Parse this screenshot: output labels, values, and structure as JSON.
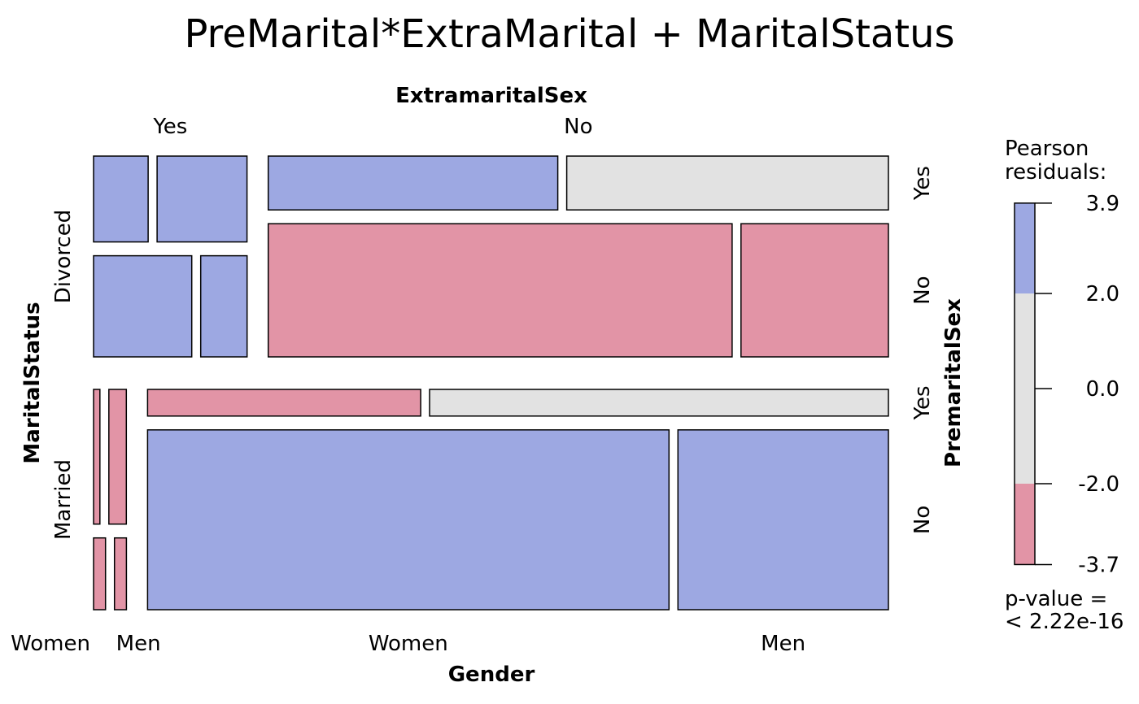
{
  "chart_data": {
    "type": "mosaic",
    "title": "PreMarital*ExtraMarital + MaritalStatus",
    "variables": {
      "MaritalStatus": {
        "label": "MaritalStatus",
        "levels": [
          "Divorced",
          "Married"
        ]
      },
      "ExtramaritalSex": {
        "label": "ExtramaritalSex",
        "levels": [
          "Yes",
          "No"
        ]
      },
      "PremaritalSex": {
        "label": "PremaritalSex",
        "levels": [
          "Yes",
          "No"
        ]
      },
      "Gender": {
        "label": "Gender",
        "levels": [
          "Women",
          "Men"
        ]
      }
    },
    "cells": [
      {
        "MaritalStatus": "Divorced",
        "ExtramaritalSex": "Yes",
        "PremaritalSex": "Yes",
        "Gender": "Women",
        "count": 17,
        "shade": "positive"
      },
      {
        "MaritalStatus": "Divorced",
        "ExtramaritalSex": "Yes",
        "PremaritalSex": "Yes",
        "Gender": "Men",
        "count": 28,
        "shade": "positive"
      },
      {
        "MaritalStatus": "Divorced",
        "ExtramaritalSex": "Yes",
        "PremaritalSex": "No",
        "Gender": "Women",
        "count": 36,
        "shade": "positive"
      },
      {
        "MaritalStatus": "Divorced",
        "ExtramaritalSex": "Yes",
        "PremaritalSex": "No",
        "Gender": "Men",
        "count": 17,
        "shade": "positive"
      },
      {
        "MaritalStatus": "Divorced",
        "ExtramaritalSex": "No",
        "PremaritalSex": "Yes",
        "Gender": "Women",
        "count": 54,
        "shade": "positive"
      },
      {
        "MaritalStatus": "Divorced",
        "ExtramaritalSex": "No",
        "PremaritalSex": "Yes",
        "Gender": "Men",
        "count": 60,
        "shade": "neutral"
      },
      {
        "MaritalStatus": "Divorced",
        "ExtramaritalSex": "No",
        "PremaritalSex": "No",
        "Gender": "Women",
        "count": 214,
        "shade": "negative"
      },
      {
        "MaritalStatus": "Divorced",
        "ExtramaritalSex": "No",
        "PremaritalSex": "No",
        "Gender": "Men",
        "count": 68,
        "shade": "negative"
      },
      {
        "MaritalStatus": "Married",
        "ExtramaritalSex": "Yes",
        "PremaritalSex": "Yes",
        "Gender": "Women",
        "count": 4,
        "shade": "negative"
      },
      {
        "MaritalStatus": "Married",
        "ExtramaritalSex": "Yes",
        "PremaritalSex": "Yes",
        "Gender": "Men",
        "count": 11,
        "shade": "negative"
      },
      {
        "MaritalStatus": "Married",
        "ExtramaritalSex": "Yes",
        "PremaritalSex": "No",
        "Gender": "Women",
        "count": 4,
        "shade": "negative"
      },
      {
        "MaritalStatus": "Married",
        "ExtramaritalSex": "Yes",
        "PremaritalSex": "No",
        "Gender": "Men",
        "count": 4,
        "shade": "negative"
      },
      {
        "MaritalStatus": "Married",
        "ExtramaritalSex": "No",
        "PremaritalSex": "Yes",
        "Gender": "Women",
        "count": 25,
        "shade": "negative"
      },
      {
        "MaritalStatus": "Married",
        "ExtramaritalSex": "No",
        "PremaritalSex": "Yes",
        "Gender": "Men",
        "count": 42,
        "shade": "neutral"
      },
      {
        "MaritalStatus": "Married",
        "ExtramaritalSex": "No",
        "PremaritalSex": "No",
        "Gender": "Women",
        "count": 322,
        "shade": "positive"
      },
      {
        "MaritalStatus": "Married",
        "ExtramaritalSex": "No",
        "PremaritalSex": "No",
        "Gender": "Men",
        "count": 130,
        "shade": "positive"
      }
    ],
    "colors": {
      "positive": "#9DA8E2",
      "neutral": "#E2E2E2",
      "negative": "#E294A6"
    },
    "legend": {
      "title_line1": "Pearson",
      "title_line2": "residuals:",
      "range": [
        -3.7,
        3.9
      ],
      "breaks": [
        -2.0,
        2.0
      ],
      "ticks": [
        "3.9",
        "2.0",
        "0.0",
        "-2.0",
        "-3.7"
      ],
      "tick_values": [
        3.9,
        2.0,
        0.0,
        -2.0,
        -3.7
      ],
      "pvalue_line1": "p-value =",
      "pvalue_line2": "< 2.22e-16",
      "placement": "right"
    }
  }
}
